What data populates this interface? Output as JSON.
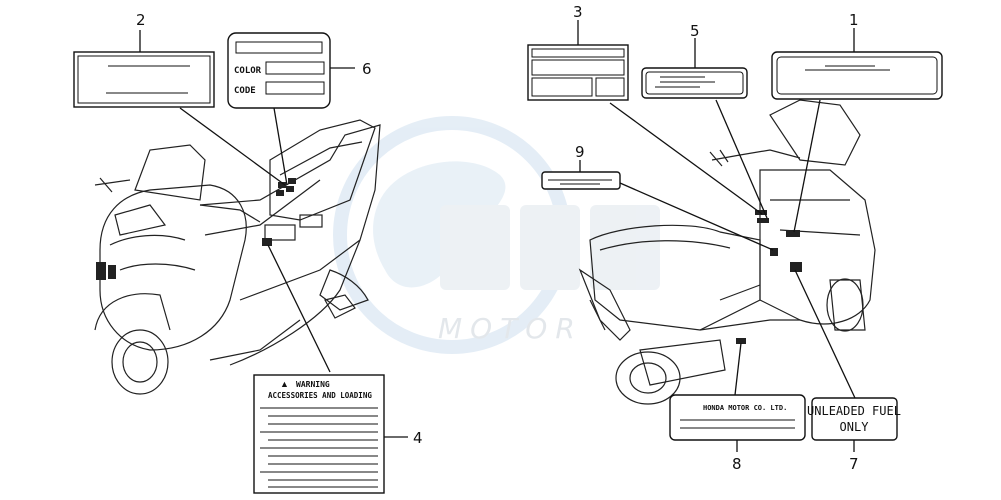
{
  "callouts": {
    "n1": "1",
    "n2": "2",
    "n3": "3",
    "n4": "4",
    "n5": "5",
    "n6": "6",
    "n7": "7",
    "n8": "8",
    "n9": "9"
  },
  "labels": {
    "color": "COLOR",
    "code": "CODE",
    "warning": "WARNING",
    "accessories": "ACCESSORIES AND LOADING",
    "honda": "HONDA MOTOR CO. LTD.",
    "unleaded_line1": "UNLEADED FUEL",
    "unleaded_line2": "ONLY"
  },
  "watermark": {
    "brand": "MOTOR"
  },
  "colors": {
    "ink": "#111111",
    "watermark": "#cfe0ef",
    "watermark_text": "#d6dde4"
  }
}
